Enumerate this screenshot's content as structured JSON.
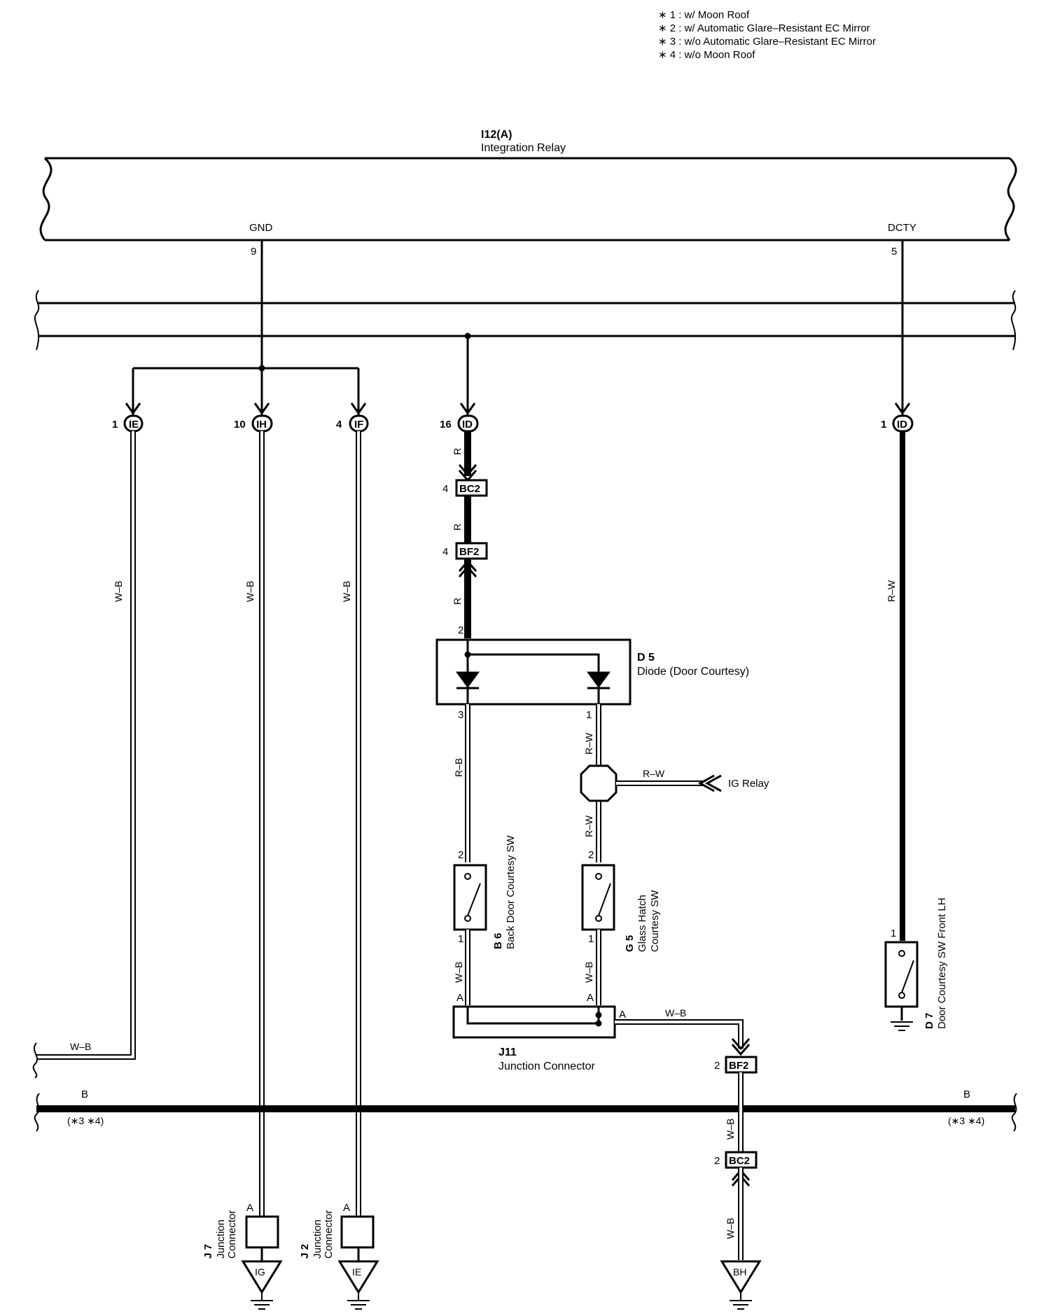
{
  "notes": [
    "∗ 1 : w/ Moon Roof",
    "∗ 2 : w/ Automatic Glare–Resistant EC Mirror",
    "∗ 3 : w/o Automatic Glare–Resistant EC Mirror",
    "∗ 4 : w/o Moon Roof"
  ],
  "relay": {
    "code": "I12(A)",
    "name": "Integration Relay"
  },
  "relay_pins": [
    {
      "name": "GND",
      "pin": "9"
    },
    {
      "name": "DCTY",
      "pin": "5"
    }
  ],
  "connectors": [
    {
      "code": "IE",
      "pin": "1"
    },
    {
      "code": "IH",
      "pin": "10"
    },
    {
      "code": "IF",
      "pin": "4"
    },
    {
      "code": "ID",
      "pin": "16"
    },
    {
      "code": "ID",
      "pin": "1"
    }
  ],
  "wire_colors": {
    "ie": "W–B",
    "ih": "W–B",
    "if": "W–B",
    "id_r1": "R",
    "id_r2": "R",
    "id_r3": "R",
    "dcty": "R–W",
    "diode_out1": "R–W",
    "diode_out3": "R–B",
    "ig_relay": "R–W",
    "g5_in": "R–W",
    "b6_out": "W–B",
    "g5_out": "W–B",
    "j11_out": "W–B",
    "bf2_bc2": "W–B",
    "bc2_bh": "W–B",
    "left_wb": "W–B",
    "bus_left": "B",
    "bus_right": "B"
  },
  "bus_note_left": "(∗3 ∗4)",
  "bus_note_right": "(∗3 ∗4)",
  "inline": [
    {
      "code": "BC2",
      "pin": "4"
    },
    {
      "code": "BF2",
      "pin": "4"
    },
    {
      "code": "BF2",
      "pin": "2"
    },
    {
      "code": "BC2",
      "pin": "2"
    }
  ],
  "diode": {
    "code": "D 5",
    "name": "Diode (Door Courtesy)",
    "pin_in": "2",
    "pin_a": "3",
    "pin_b": "1"
  },
  "ig_relay": "IG Relay",
  "b6": {
    "code": "B 6",
    "name": "Back Door Courtesy SW",
    "pin_top": "2",
    "pin_bottom": "1"
  },
  "g5": {
    "code": "G 5",
    "name1": "Glass Hatch",
    "name2": "Courtesy SW",
    "pin_top": "2",
    "pin_bottom": "1"
  },
  "d7": {
    "code": "D 7",
    "name": "Door Courtesy SW Front LH",
    "pin": "1"
  },
  "j11": {
    "code": "J11",
    "name": "Junction Connector",
    "pin_a1": "A",
    "pin_a2": "A",
    "pin_a3": "A"
  },
  "j7": {
    "code": "J 7",
    "name1": "Junction",
    "name2": "Connector",
    "pin": "A"
  },
  "j2": {
    "code": "J 2",
    "name1": "Junction",
    "name2": "Connector",
    "pin": "A"
  },
  "grounds": [
    "IG",
    "IE",
    "BH"
  ]
}
